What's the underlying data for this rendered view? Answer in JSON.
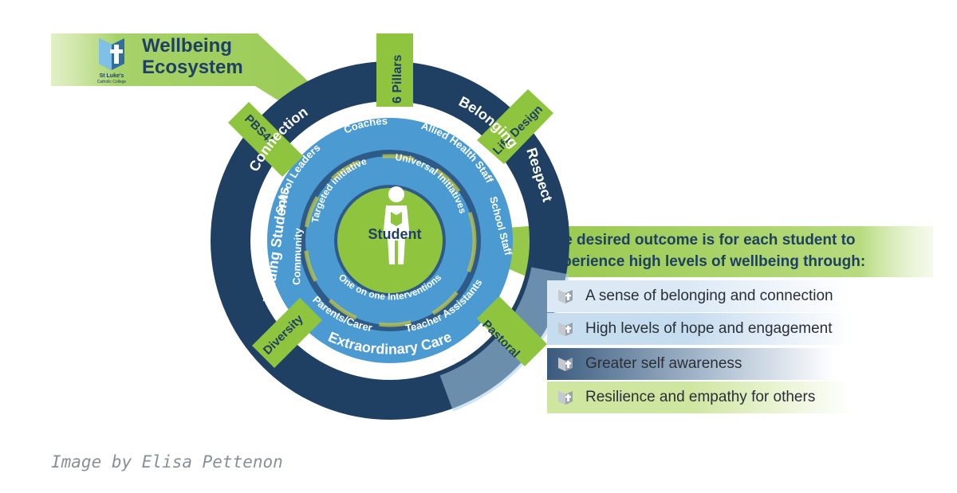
{
  "header": {
    "title_line1": "Wellbeing",
    "title_line2": "Ecosystem",
    "logo_text": "St Luke's",
    "logo_subtext": "Catholic College"
  },
  "diagram": {
    "center_label": "Student",
    "outer_ring": [
      "Connection",
      "Belonging",
      "Respect",
      "Extraordinary Care",
      "Valuing Students"
    ],
    "flags": [
      "6 Pillars",
      "Life Design",
      "PBS4L",
      "Diversity",
      "Pastoral"
    ],
    "staff_ring": [
      "Coaches",
      "Allied Health Staff",
      "School Staff",
      "Teacher Assistants",
      "Parents/Carer",
      "Community",
      "School Leaders"
    ],
    "inner_ring": [
      "Universal Initiatives",
      "One on one Interventions",
      "Targeted initiative"
    ]
  },
  "outcome": {
    "heading_line1": "The desired outcome is for each student to",
    "heading_line2": "experience high levels of wellbeing through:",
    "items": [
      {
        "text": "A sense of belonging and connection",
        "color": "#dce9f5"
      },
      {
        "text": "High levels of hope and engagement",
        "color": "#c6dcef"
      },
      {
        "text": "Greater self awareness",
        "color": "#3a5a7d"
      },
      {
        "text": "Resilience and empathy for others",
        "color": "#cfe6a0"
      }
    ]
  },
  "credit": "Image by Elisa Pettenon",
  "colors": {
    "navy": "#1f3f63",
    "blue": "#4b9ad2",
    "light_blue": "#a9cfe9",
    "green": "#8fc43f",
    "light_green": "#cfe6a0"
  }
}
